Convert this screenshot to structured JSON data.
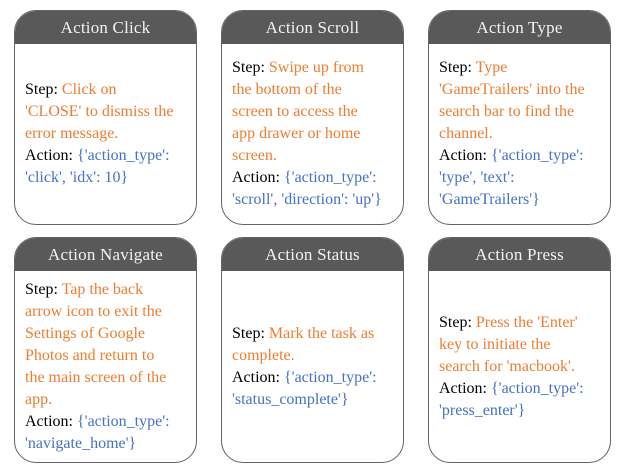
{
  "figure": {
    "description": "Action space example cards",
    "colors": {
      "header_bg": "#595959",
      "header_text": "#F2F2F2",
      "step_text": "#ED7D31",
      "action_text": "#4472C4",
      "body_text": "#000000",
      "card_border": "#646464",
      "background": "#FFFFFF"
    },
    "cards": [
      {
        "title": "Action Click",
        "step_label": "Step:",
        "step_text": "Click on\n'CLOSE' to dismiss the\nerror message.",
        "action_label": "Action:",
        "action_text": "{'action_type':\n'click', 'idx': 10}"
      },
      {
        "title": "Action Scroll",
        "step_label": "Step:",
        "step_text": "Swipe up from\nthe bottom of the\nscreen to access the\napp drawer or home\nscreen.",
        "action_label": "Action:",
        "action_text": "{'action_type':\n'scroll', 'direction': 'up'}"
      },
      {
        "title": "Action Type",
        "step_label": "Step:",
        "step_text": "Type\n'GameTrailers' into the\nsearch bar to find the\nchannel.",
        "action_label": "Action:",
        "action_text": "{'action_type':\n'type', 'text':\n'GameTrailers'}"
      },
      {
        "title": "Action Navigate",
        "step_label": "Step:",
        "step_text": "Tap the back\narrow icon to exit the\nSettings of Google\nPhotos and return to\nthe main screen of the\napp.",
        "action_label": "Action:",
        "action_text": "{'action_type':\n'navigate_home'}"
      },
      {
        "title": "Action Status",
        "step_label": "Step:",
        "step_text": "Mark the task as\ncomplete.",
        "action_label": "Action:",
        "action_text": "{'action_type':\n'status_complete'}"
      },
      {
        "title": "Action Press",
        "step_label": "Step:",
        "step_text": "Press the 'Enter'\nkey to initiate the\nsearch for 'macbook'.",
        "action_label": "Action:",
        "action_text": "{'action_type':\n'press_enter'}"
      }
    ]
  }
}
